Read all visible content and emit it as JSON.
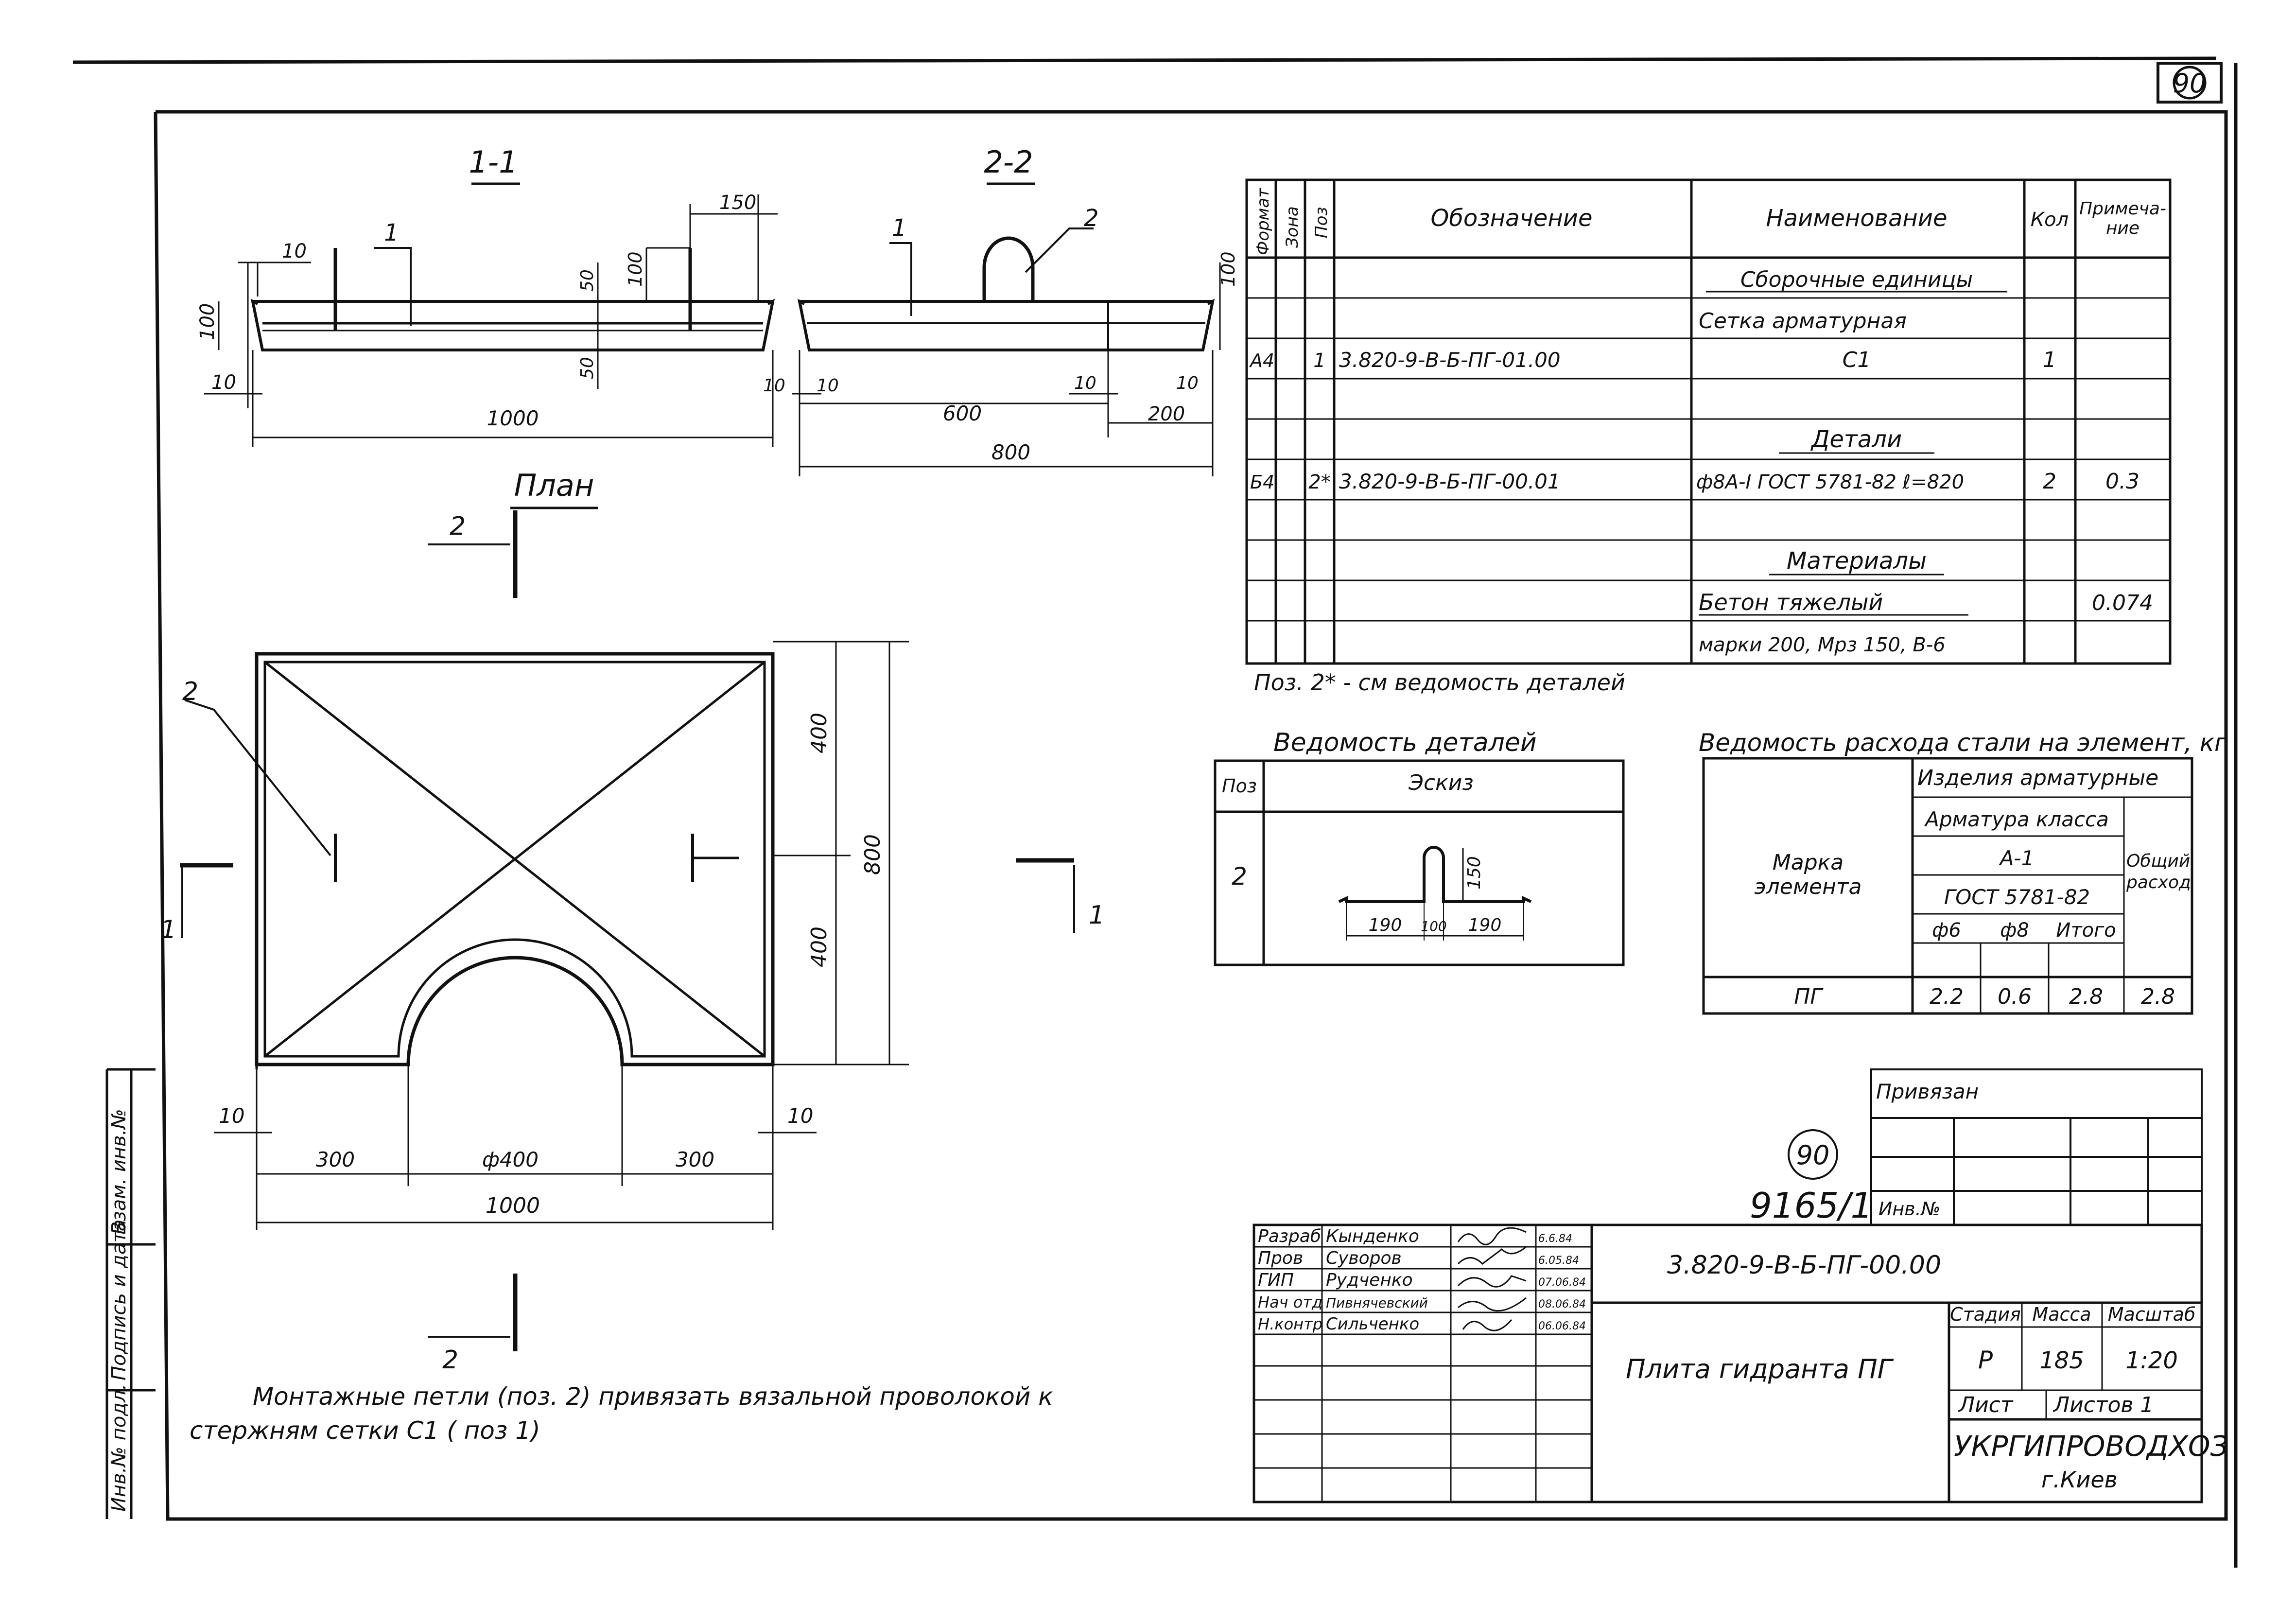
{
  "sheet_number": "90",
  "stamp": {
    "circle": "90",
    "number": "9165/1",
    "inv": "Инв.№"
  },
  "side_labels": [
    "Инв.№ подл.",
    "Подпись и дата",
    "Взам. инв.№"
  ],
  "sections": {
    "s1": {
      "title": "1-1",
      "dims": {
        "d10a": "10",
        "d100": "100",
        "d10b": "10",
        "d1000": "1000",
        "d150": "150",
        "d100b": "100",
        "d50a": "50",
        "d50b": "50"
      },
      "pos1": "1"
    },
    "s2": {
      "title": "2-2",
      "dims": {
        "d100": "100",
        "d10a": "10",
        "d10b": "10",
        "d600": "600",
        "d10c": "10",
        "d10d": "10",
        "d200": "200",
        "d800": "800"
      },
      "pos1": "1",
      "pos2": "2"
    }
  },
  "plan": {
    "title": "План",
    "cut2": "2",
    "cut1": "1",
    "pos2": "2",
    "dims": {
      "d400a": "400",
      "d400b": "400",
      "d800": "800",
      "d10a": "10",
      "d10b": "10",
      "d300a": "300",
      "d400d": "ф400",
      "d300b": "300",
      "d1000": "1000"
    }
  },
  "spec": {
    "headers": {
      "format": "Формат",
      "zone": "Зона",
      "pos": "Поз",
      "designation": "Обозначение",
      "name": "Наименование",
      "qty": "Кол",
      "note": "Примеча-ние"
    },
    "rows": [
      {
        "format": "",
        "zone": "",
        "pos": "",
        "designation": "",
        "name": "Сборочные единицы",
        "qty": "",
        "note": ""
      },
      {
        "format": "",
        "zone": "",
        "pos": "",
        "designation": "",
        "name": "Сетка арматурная",
        "qty": "",
        "note": ""
      },
      {
        "format": "А4",
        "zone": "",
        "pos": "1",
        "designation": "3.820-9-В-Б-ПГ-01.00",
        "name": "С1",
        "qty": "1",
        "note": ""
      },
      {
        "format": "",
        "zone": "",
        "pos": "",
        "designation": "",
        "name": "",
        "qty": "",
        "note": ""
      },
      {
        "format": "",
        "zone": "",
        "pos": "",
        "designation": "",
        "name": "Детали",
        "qty": "",
        "note": ""
      },
      {
        "format": "Б4",
        "zone": "",
        "pos": "2*",
        "designation": "3.820-9-В-Б-ПГ-00.01",
        "name": "ф8А-I ГОСТ 5781-82 ℓ=820",
        "qty": "2",
        "note": "0.3"
      },
      {
        "format": "",
        "zone": "",
        "pos": "",
        "designation": "",
        "name": "",
        "qty": "",
        "note": ""
      },
      {
        "format": "",
        "zone": "",
        "pos": "",
        "designation": "",
        "name": "Материалы",
        "qty": "",
        "note": ""
      },
      {
        "format": "",
        "zone": "",
        "pos": "",
        "designation": "",
        "name": "Бетон тяжелый",
        "qty": "",
        "note": "0.074"
      },
      {
        "format": "",
        "zone": "",
        "pos": "",
        "designation": "",
        "name": "марки 200, Мрз 150, В-6",
        "qty": "",
        "note": ""
      }
    ],
    "footnote": "Поз. 2* - см ведомость деталей"
  },
  "details": {
    "title": "Ведомость деталей",
    "h_pos": "Поз",
    "h_sketch": "Эскиз",
    "pos": "2",
    "dims": {
      "d150": "150",
      "d190a": "190",
      "d100": "100",
      "d190b": "190"
    }
  },
  "steel": {
    "title": "Ведомость расхода стали на элемент, кг",
    "h_products": "Изделия арматурные",
    "h_class": "Арматура класса",
    "h_a1": "А-1",
    "h_gost": "ГОСТ 5781-82",
    "h_d6": "ф6",
    "h_d8": "ф8",
    "h_total": "Итого",
    "h_mark": "Марка элемента",
    "h_general": "Общий расход",
    "row": {
      "mark": "ПГ",
      "d6": "2.2",
      "d8": "0.6",
      "total": "2.8",
      "general": "2.8"
    }
  },
  "note": {
    "line1": "Монтажные петли (поз. 2) привязать вязальной проволокой к",
    "line2": "стержням сетки С1 ( поз 1)"
  },
  "privyazan": "Привязан",
  "title_block": {
    "designation": "3.820-9-В-Б-ПГ-00.00",
    "name": "Плита гидранта ПГ",
    "h_stage": "Стадия",
    "h_mass": "Масса",
    "h_scale": "Масштаб",
    "stage": "Р",
    "mass": "185",
    "scale": "1:20",
    "sheet": "Лист",
    "sheets": "Листов 1",
    "org": "УКРГИПРОВОДХОЗ",
    "city": "г.Киев",
    "signers": [
      {
        "role": "Разраб",
        "name": "Кынденко",
        "date": "6.6.84"
      },
      {
        "role": "Пров",
        "name": "Суворов",
        "date": "6.05.84"
      },
      {
        "role": "ГИП",
        "name": "Рудченко",
        "date": "07.06.84"
      },
      {
        "role": "Нач отд",
        "name": "Пивнячевский",
        "date": "08.06.84"
      },
      {
        "role": "Н.контр",
        "name": "Сильченко",
        "date": "06.06.84"
      }
    ]
  }
}
